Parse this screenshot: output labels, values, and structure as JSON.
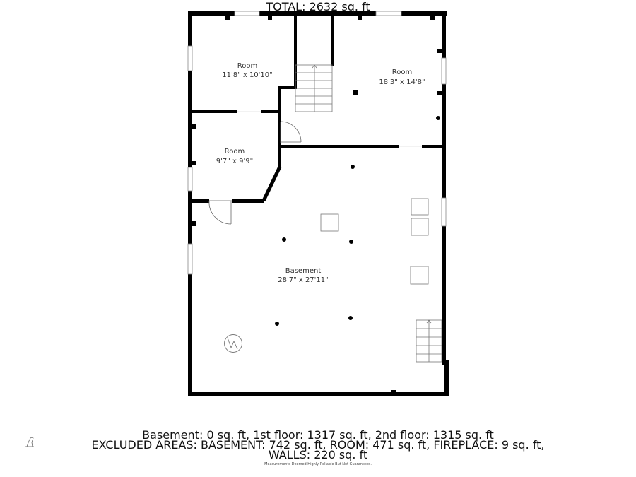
{
  "rooms": [
    {
      "name": "Room",
      "dimensions": "11'8\" x 10'10\""
    },
    {
      "name": "Room",
      "dimensions": "18'3\" x 14'8\""
    },
    {
      "name": "Room",
      "dimensions": "9'7\" x 9'9\""
    },
    {
      "name": "Basement",
      "dimensions": "28'7\" x 27'11\""
    }
  ],
  "summary": {
    "total": "TOTAL: 2632 sq. ft",
    "floors": "Basement: 0 sq. ft, 1st floor: 1317 sq. ft, 2nd floor: 1315 sq. ft",
    "excluded_line1": "EXCLUDED AREAS: BASEMENT: 742 sq. ft, ROOM: 471 sq. ft, FIREPLACE: 9 sq. ft,",
    "excluded_line2": "WALLS: 220 sq. ft",
    "disclaimer": "Measurements Deemed Highly Reliable But Not Guaranteed."
  },
  "symbols": {
    "stairs": "stairs-icon",
    "door": "door-swing-icon",
    "window": "window-icon",
    "water_heater": "water-heater-icon",
    "column": "support-column-icon",
    "appliance": "appliance-box-icon",
    "logo": "dog-logo-icon"
  },
  "colors": {
    "wall": "#000000",
    "background": "#ffffff",
    "fixture_line": "#666666"
  }
}
